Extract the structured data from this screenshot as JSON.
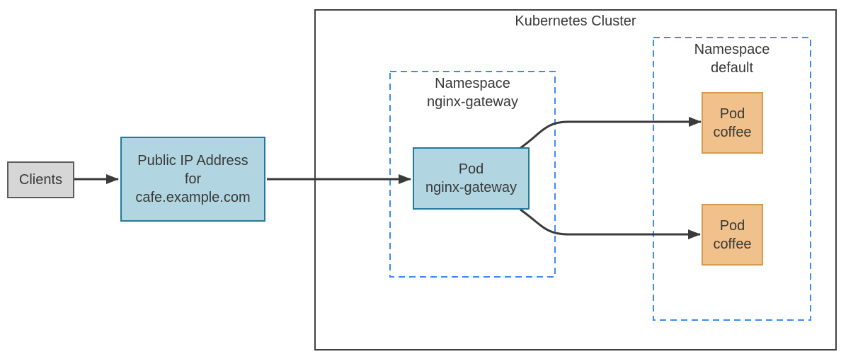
{
  "colors": {
    "arrow": "#3a3a3a",
    "text": "#383838",
    "cluster_border": "#424242",
    "namespace_border": "#3b8af2",
    "blue_fill": "#b1d6e2",
    "blue_border": "#21799c",
    "orange_fill": "#f0c18b",
    "orange_border": "#d69a51",
    "gray_fill": "#d6d6d6",
    "gray_border": "#5c5c5c"
  },
  "nodes": {
    "clients": {
      "label": "Clients"
    },
    "public_ip": {
      "label": "Public IP Address\nfor\ncafe.example.com"
    },
    "cluster": {
      "label": "Kubernetes Cluster"
    },
    "namespace_gateway": {
      "label": "Namespace\nnginx-gateway"
    },
    "pod_gateway": {
      "label": "Pod\nnginx-gateway"
    },
    "namespace_default": {
      "label": "Namespace\ndefault"
    },
    "pod_coffee_top": {
      "label": "Pod\ncoffee"
    },
    "pod_coffee_bottom": {
      "label": "Pod\ncoffee"
    }
  }
}
